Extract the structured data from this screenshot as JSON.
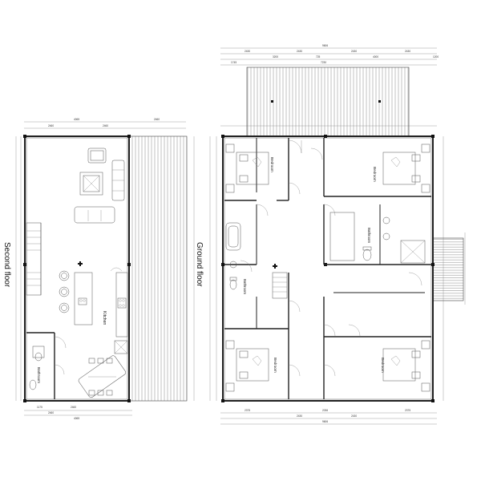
{
  "floors": {
    "second_floor": {
      "title": "Second floor",
      "rooms": {
        "kitchen": "Kitchen",
        "bathroom": "Bathroom"
      },
      "dims_top": [
        "2460",
        "4065",
        "2460",
        "2460"
      ],
      "dims_bottom": [
        "1175",
        "2460",
        "2460",
        "4065"
      ]
    },
    "ground_floor": {
      "title": "Ground floor",
      "rooms": {
        "bedroom_nw": "Bedroom",
        "bedroom_ne": "Bedroom",
        "bedroom_sw": "Bedroom",
        "bedroom_se": "Bedroom",
        "bathroom_mid_right": "Bathroom",
        "bathroom_mid_left": "Bathroom"
      },
      "dims_top": [
        "9606",
        "2430",
        "2430",
        "2430",
        "2430",
        "3200",
        "725",
        "4000",
        "1200",
        "7230",
        "1745"
      ],
      "dims_bottom": [
        "2375",
        "2430",
        "2036",
        "2430",
        "2375",
        "9606"
      ]
    }
  },
  "colors": {
    "line": "#222222",
    "background": "#ffffff"
  }
}
